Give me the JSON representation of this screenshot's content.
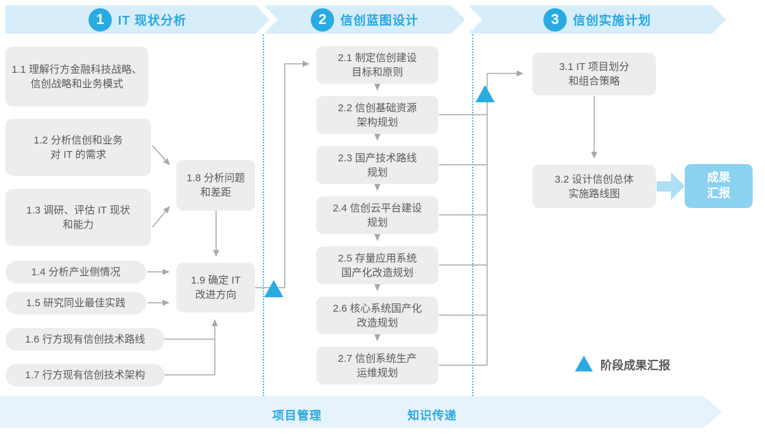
{
  "header": {
    "phases": [
      {
        "num": "1",
        "title": "IT 现状分析"
      },
      {
        "num": "2",
        "title": "信创蓝图设计"
      },
      {
        "num": "3",
        "title": "信创实施计划"
      }
    ]
  },
  "boxes": {
    "b11": {
      "line1": "1.1 理解行方金融科技战略、",
      "line2": "信创战略和业务模式"
    },
    "b12": {
      "line1": "1.2 分析信创和业务",
      "line2": "对 IT 的需求"
    },
    "b13": {
      "line1": "1.3 调研、评估 IT 现状",
      "line2": "和能力"
    },
    "b14": {
      "line1": "1.4 分析产业侧情况"
    },
    "b15": {
      "line1": "1.5 研究同业最佳实践"
    },
    "b16": {
      "line1": "1.6 行方现有信创技术路线"
    },
    "b17": {
      "line1": "1.7 行方现有信创技术架构"
    },
    "b18": {
      "line1": "1.8 分析问题",
      "line2": "和差距"
    },
    "b19": {
      "line1": "1.9 确定 IT",
      "line2": "改进方向"
    },
    "b21": {
      "line1": "2.1 制定信创建设",
      "line2": "目标和原则"
    },
    "b22": {
      "line1": "2.2 信创基础资源",
      "line2": "架构规划"
    },
    "b23": {
      "line1": "2.3 国产技术路线",
      "line2": "规划"
    },
    "b24": {
      "line1": "2.4 信创云平台建设",
      "line2": "规划"
    },
    "b25": {
      "line1": "2.5 存量应用系统",
      "line2": "国产化改造规划"
    },
    "b26": {
      "line1": "2.6 核心系统国产化",
      "line2": "改造规划"
    },
    "b27": {
      "line1": "2.7 信创系统生产",
      "line2": "运维规划"
    },
    "b31": {
      "line1": "3.1 IT 项目划分",
      "line2": "和组合策略"
    },
    "b32": {
      "line1": "3.2 设计信创总体",
      "line2": "实施路线图"
    }
  },
  "result_box": {
    "line1": "成果",
    "line2": "汇报"
  },
  "legend": {
    "label": "阶段成果汇报"
  },
  "footer": {
    "items": [
      "项目管理",
      "知识传递"
    ]
  },
  "colors": {
    "accent_blue": "#29ABE2",
    "title_blue": "#29A8E0",
    "band_bg": "#D7EDFA",
    "footer_bg": "#E7F3FC",
    "result_box_bg": "#8BD2F1",
    "big_arrow": "#AEDFF7",
    "step_box_bg": "#EDEDED",
    "step_text": "#58595B",
    "connector_gray": "#A6A8AB",
    "divider_dotted_blue": "#45BFEA"
  }
}
